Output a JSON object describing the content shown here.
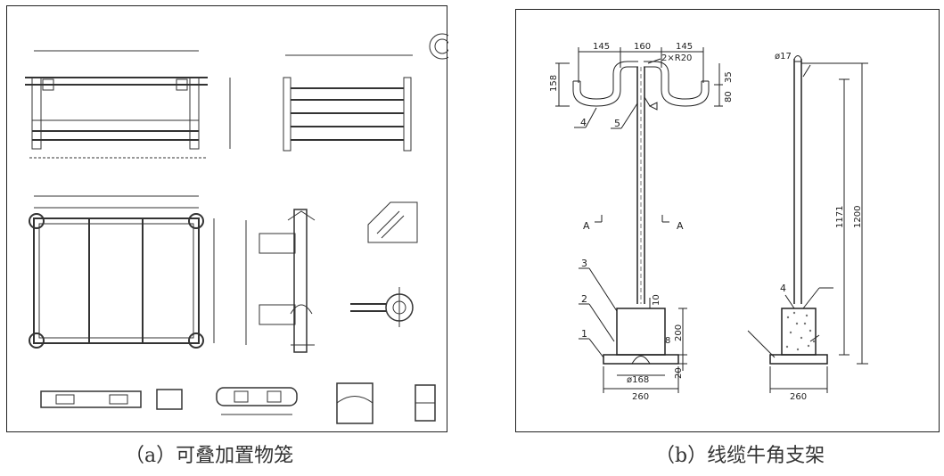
{
  "panel_a": {
    "caption": "（a）可叠加置物笼"
  },
  "panel_b": {
    "caption": "（b）线缆牛角支架",
    "dims": {
      "d145_left": "145",
      "d160": "160",
      "d145_right": "145",
      "r20": "2×R20",
      "d158": "158",
      "d35": "35",
      "d80": "80",
      "d10": "10",
      "d200": "200",
      "d8": "8",
      "d20": "20",
      "phi168": "ø168",
      "w260_front": "260",
      "phi17": "ø17",
      "d1171": "1171",
      "d1200": "1200",
      "w260_side": "260"
    },
    "labels": {
      "n1": "1",
      "n2": "2",
      "n3": "3",
      "n4": "4",
      "n5": "5",
      "n4_side": "4",
      "section_a_left": "A",
      "section_a_right": "A"
    }
  }
}
